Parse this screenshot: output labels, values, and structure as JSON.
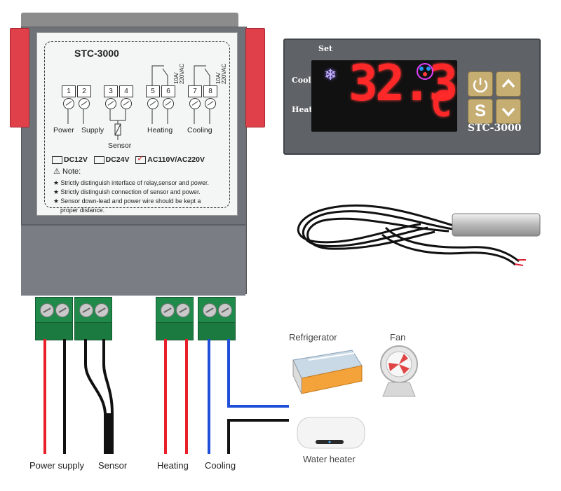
{
  "label": {
    "model": "STC-3000",
    "terminals": [
      "1",
      "2",
      "3",
      "4",
      "5",
      "6",
      "7",
      "8"
    ],
    "groups": {
      "power": "Power",
      "supply": "Supply",
      "sensor": "Sensor",
      "heating": "Heating",
      "cooling": "Cooling"
    },
    "relay_rating": "10A/\n220VAC",
    "voltage_options": [
      "DC12V",
      "DC24V",
      "AC110V/AC220V"
    ],
    "voltage_checked": "AC110V/AC220V",
    "note_title": "Note:",
    "notes": [
      "★ Strictly distinguish interface of relay,sensor and power.",
      "★ Strictly distinguish connection of sensor and power.",
      "★ Sensor down-lead and power wire should be kept a",
      "proper distance."
    ]
  },
  "panel": {
    "set_label": "Set",
    "cool_label": "Cool",
    "heat_label": "Heat",
    "display_value": "32.3",
    "display_unit": "C",
    "snowflake_icon": "snowflake-icon",
    "s_button": "S",
    "model": "STC-3000"
  },
  "bottom_labels": {
    "power_supply": "Power supply",
    "sensor": "Sensor",
    "heating": "Heating",
    "cooling": "Cooling"
  },
  "devices": {
    "refrigerator": "Refrigerator",
    "fan": "Fan",
    "water_heater": "Water heater"
  },
  "colors": {
    "red_wire": "#e8202a",
    "black_wire": "#111111",
    "blue_wire": "#1f4fd8",
    "display_red": "#ff2828",
    "terminal_green": "#1f8a4a"
  }
}
